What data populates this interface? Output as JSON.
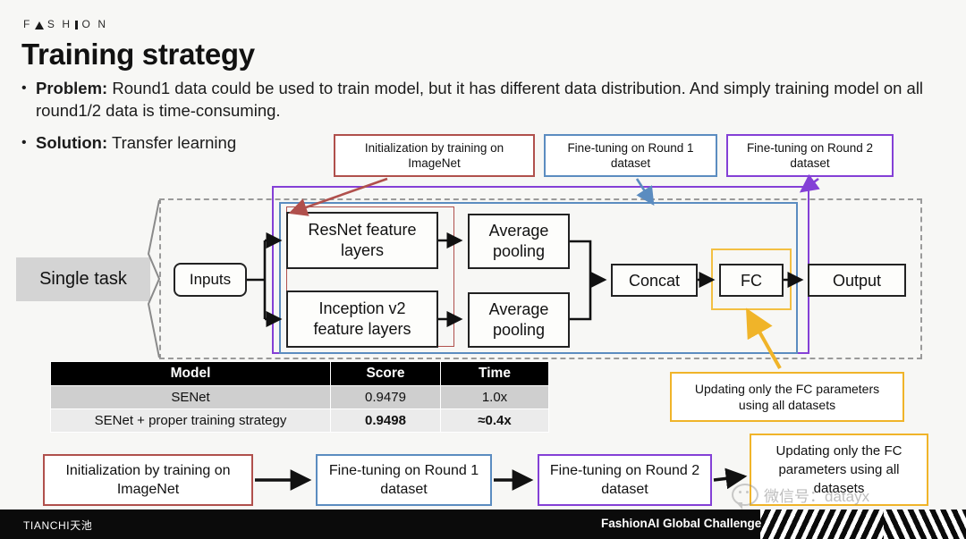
{
  "brand": {
    "parts": [
      "F",
      "A",
      "S",
      "H",
      "I",
      "O",
      "N"
    ],
    "text": "FASHION"
  },
  "header": {
    "title": "Training strategy",
    "bullets": [
      {
        "label": "Problem:",
        "text": " Round1 data could be used to train model, but it has different data distribution. And simply training model on all round1/2 data is time-consuming."
      },
      {
        "label": "Solution:",
        "text": " Transfer learning"
      }
    ]
  },
  "callouts_top": [
    {
      "name": "init-imagenet",
      "text": "Initialization by training on ImageNet",
      "color": "#b0504c"
    },
    {
      "name": "finetune-round1",
      "text": "Fine-tuning on Round 1 dataset",
      "color": "#5b8cc0"
    },
    {
      "name": "finetune-round2",
      "text": "Fine-tuning on Round 2 dataset",
      "color": "#8440d6"
    }
  ],
  "diagram": {
    "group_label": "Single task",
    "nodes": {
      "inputs": "Inputs",
      "resnet": "ResNet feature layers",
      "inception": "Inception v2 feature layers",
      "pool1": "Average pooling",
      "pool2": "Average pooling",
      "concat": "Concat",
      "fc": "FC",
      "output": "Output"
    }
  },
  "table": {
    "headers": [
      "Model",
      "Score",
      "Time"
    ],
    "rows": [
      {
        "model": "SENet",
        "score": "0.9479",
        "time": "1.0x"
      },
      {
        "model": "SENet + proper training strategy",
        "score": "0.9498",
        "time": "≈0.4x"
      }
    ]
  },
  "callouts_bottom": [
    {
      "name": "fc-all-datasets",
      "text": "Updating only the FC parameters using all datasets",
      "color": "#f0b429"
    },
    {
      "name": "fc-all-datasets-2",
      "text": "Updating only the FC parameters using all datasets",
      "color": "#f0b429"
    }
  ],
  "flow_bottom": [
    {
      "name": "flow-init-imagenet",
      "text": "Initialization by training on ImageNet",
      "color": "#b0504c"
    },
    {
      "name": "flow-finetune-round1",
      "text": "Fine-tuning on Round 1 dataset",
      "color": "#5b8cc0"
    },
    {
      "name": "flow-finetune-round2",
      "text": "Fine-tuning on Round 2 dataset",
      "color": "#8440d6"
    }
  ],
  "footer": {
    "left": "TIANCHI天池",
    "right": "FashionAI Global Challenge"
  },
  "watermark": {
    "text": "微信号：datayx"
  },
  "colors": {
    "red": "#b0504c",
    "blue": "#5b8cc0",
    "purple": "#8440d6",
    "gold": "#f0b429",
    "dash": "#9a9a9a",
    "bg": "#f7f7f5"
  }
}
